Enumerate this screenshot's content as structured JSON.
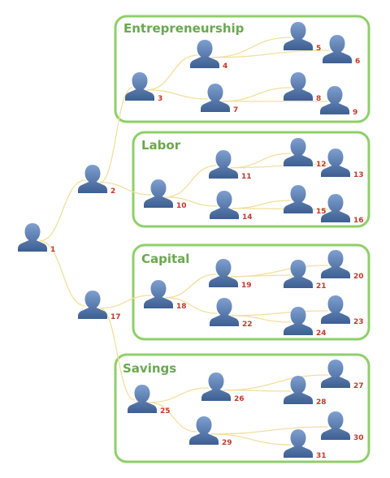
{
  "groups": [
    {
      "id": "entrepreneurship",
      "title": "Entrepreneurship"
    },
    {
      "id": "labor",
      "title": "Labor"
    },
    {
      "id": "capital",
      "title": "Capital"
    },
    {
      "id": "savings",
      "title": "Savings"
    }
  ],
  "nodes": [
    {
      "id": 1,
      "label": "1"
    },
    {
      "id": 2,
      "label": "2"
    },
    {
      "id": 3,
      "label": "3"
    },
    {
      "id": 4,
      "label": "4"
    },
    {
      "id": 5,
      "label": "5"
    },
    {
      "id": 6,
      "label": "6"
    },
    {
      "id": 7,
      "label": "7"
    },
    {
      "id": 8,
      "label": "8"
    },
    {
      "id": 9,
      "label": "9"
    },
    {
      "id": 10,
      "label": "10"
    },
    {
      "id": 11,
      "label": "11"
    },
    {
      "id": 12,
      "label": "12"
    },
    {
      "id": 13,
      "label": "13"
    },
    {
      "id": 14,
      "label": "14"
    },
    {
      "id": 15,
      "label": "15"
    },
    {
      "id": 16,
      "label": "16"
    },
    {
      "id": 17,
      "label": "17"
    },
    {
      "id": 18,
      "label": "18"
    },
    {
      "id": 19,
      "label": "19"
    },
    {
      "id": 20,
      "label": "20"
    },
    {
      "id": 21,
      "label": "21"
    },
    {
      "id": 22,
      "label": "22"
    },
    {
      "id": 23,
      "label": "23"
    },
    {
      "id": 24,
      "label": "24"
    },
    {
      "id": 25,
      "label": "25"
    },
    {
      "id": 26,
      "label": "26"
    },
    {
      "id": 27,
      "label": "27"
    },
    {
      "id": 28,
      "label": "28"
    },
    {
      "id": 29,
      "label": "29"
    },
    {
      "id": 30,
      "label": "30"
    },
    {
      "id": 31,
      "label": "31"
    }
  ],
  "edges": [
    [
      1,
      2
    ],
    [
      1,
      17
    ],
    [
      2,
      3
    ],
    [
      2,
      10
    ],
    [
      3,
      4
    ],
    [
      3,
      7
    ],
    [
      4,
      5
    ],
    [
      4,
      6
    ],
    [
      7,
      8
    ],
    [
      7,
      9
    ],
    [
      10,
      11
    ],
    [
      10,
      14
    ],
    [
      11,
      12
    ],
    [
      11,
      13
    ],
    [
      14,
      15
    ],
    [
      14,
      16
    ],
    [
      17,
      18
    ],
    [
      17,
      25
    ],
    [
      18,
      19
    ],
    [
      18,
      22
    ],
    [
      19,
      20
    ],
    [
      19,
      21
    ],
    [
      22,
      23
    ],
    [
      22,
      24
    ],
    [
      25,
      26
    ],
    [
      25,
      29
    ],
    [
      26,
      27
    ],
    [
      26,
      28
    ],
    [
      29,
      30
    ],
    [
      29,
      31
    ]
  ],
  "colors": {
    "group_border": "#8fcf6a",
    "group_title": "#6aa84f",
    "edge": "#f2df9e",
    "label": "#c0392b",
    "person": "#3f6496"
  }
}
